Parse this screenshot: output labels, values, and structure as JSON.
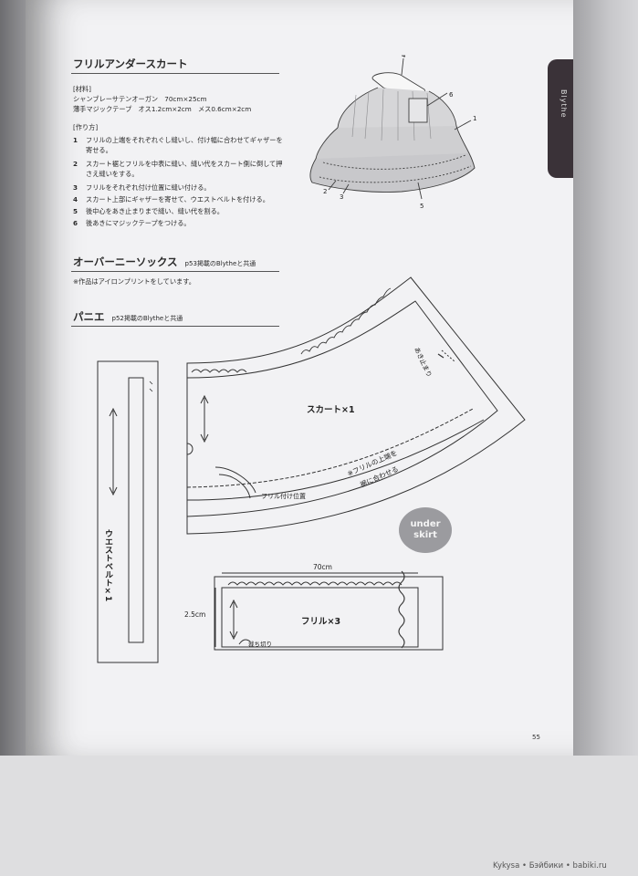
{
  "section1": {
    "title": "フリルアンダースカート",
    "materials_header": "[材料]",
    "materials": [
      "シャンブレーサテンオーガン　70cm×25cm",
      "薄手マジックテープ　オス1.2cm×2cm　メス0.6cm×2cm"
    ],
    "howto_header": "[作り方]",
    "steps": [
      {
        "n": "1",
        "text": "フリルの上端をそれぞれぐし縫いし、付け幅に合わせてギャザーを"
      },
      {
        "n": "",
        "text": "寄せる。"
      },
      {
        "n": "2",
        "text": "スカート裾とフリルを中表に縫い、縫い代をスカート側に倒して押"
      },
      {
        "n": "",
        "text": "さえ縫いをする。"
      },
      {
        "n": "3",
        "text": "フリルをそれぞれ付け位置に縫い付ける。"
      },
      {
        "n": "4",
        "text": "スカート上部にギャザーを寄せて、ウエストベルトを付ける。"
      },
      {
        "n": "5",
        "text": "後中心をあき止まりまで縫い、縫い代を割る。"
      },
      {
        "n": "6",
        "text": "後あきにマジックテープをつける。"
      }
    ]
  },
  "diagram_numbers": [
    "1",
    "2",
    "3",
    "4",
    "5",
    "6"
  ],
  "section2": {
    "title": "オーバーニーソックス",
    "ref": "p53掲載のBlytheと共通",
    "note": "※作品はアイロンプリントをしています。"
  },
  "section3": {
    "title": "パニエ",
    "ref": "p52掲載のBlytheと共通"
  },
  "pattern": {
    "waistband_label": "ウエストベルト×1",
    "skirt_label": "スカート×1",
    "opening_stop": "あき止まり",
    "note_line1": "※フリルの上端を",
    "note_line2": "裾に合わせる",
    "frill_position": "フリル付け位置",
    "width_label": "70cm",
    "height_label": "2.5cm",
    "frill_label": "フリル×3",
    "cut_label": "裁ち切り"
  },
  "badge": {
    "line1": "under",
    "line2": "skirt"
  },
  "tab_text": "Blythe",
  "page_number": "55",
  "watermark": "Kykysa • Бэйбики • babiki.ru"
}
